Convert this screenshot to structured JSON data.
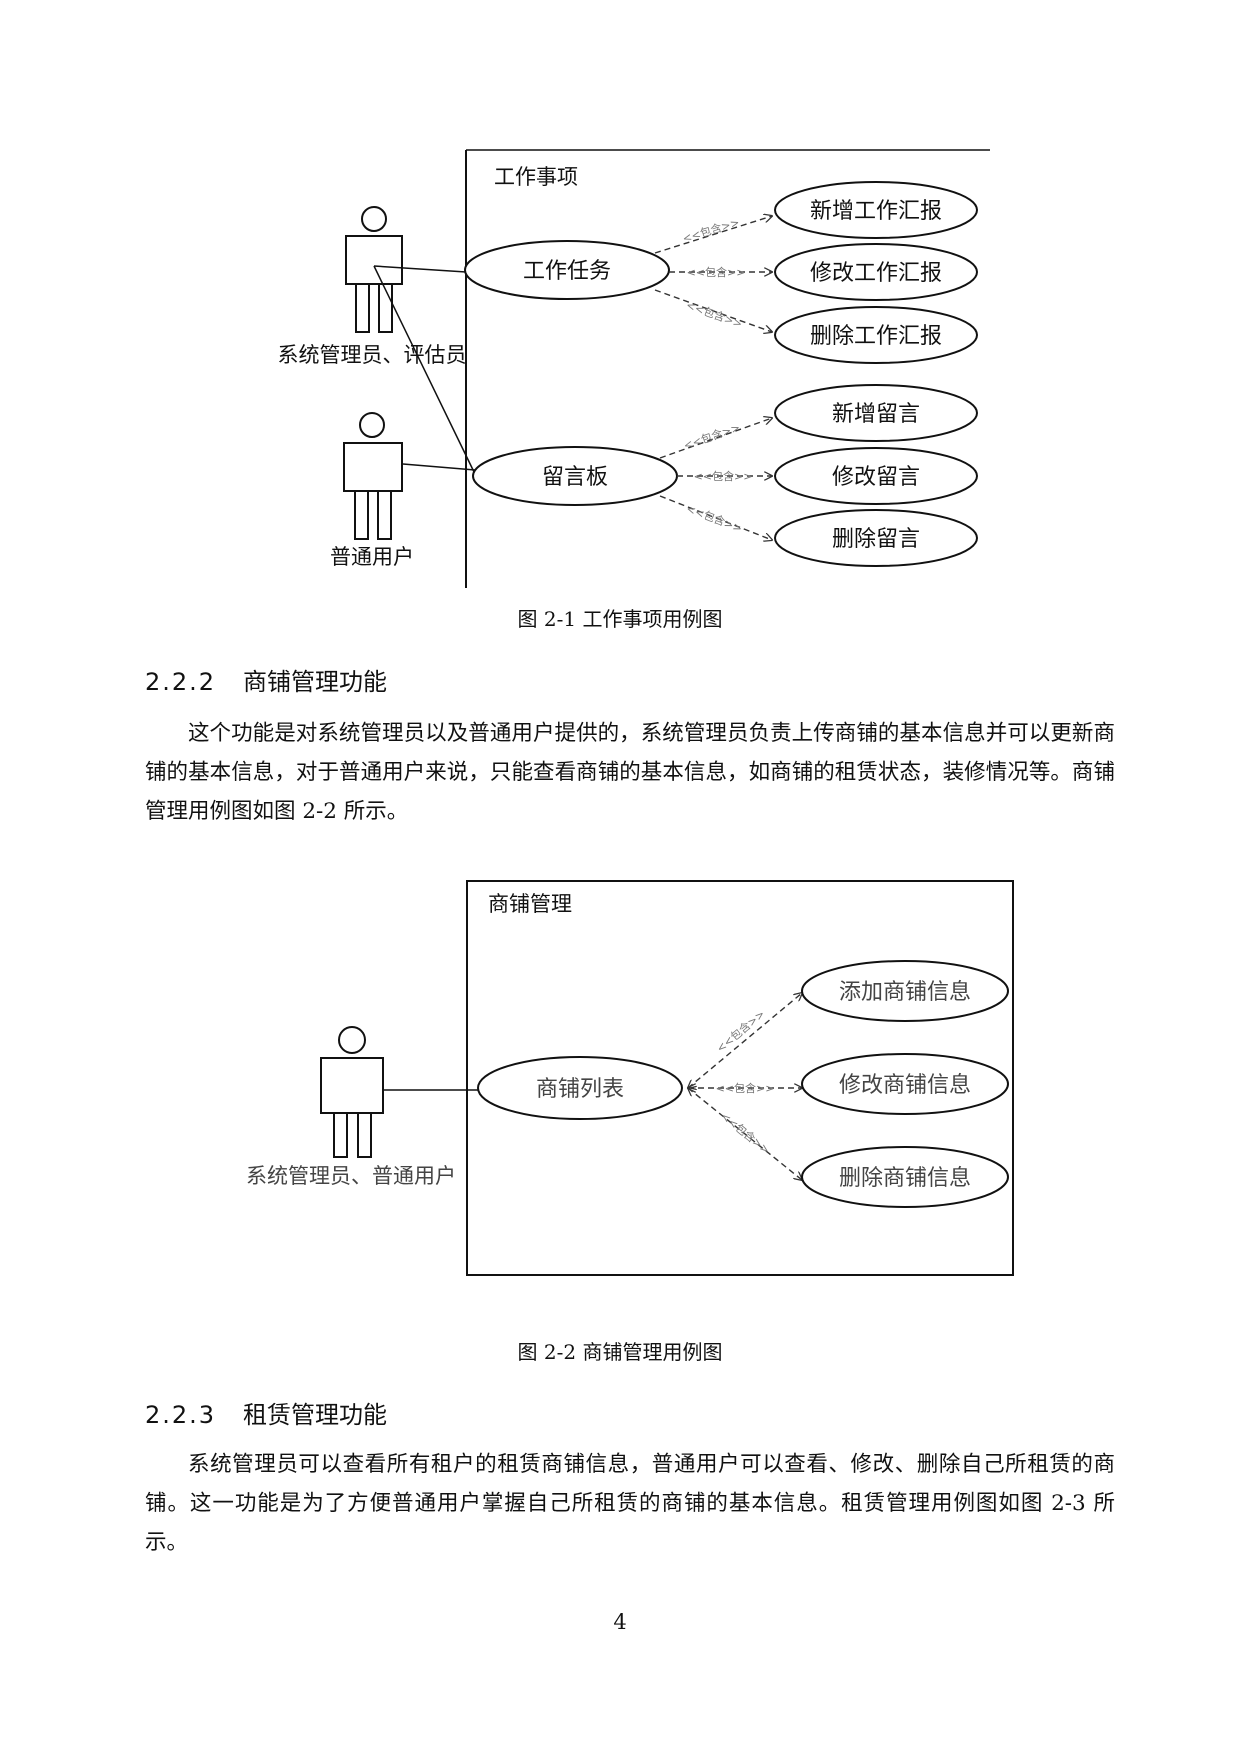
{
  "figure1": {
    "system_title": "工作事项",
    "actors": [
      {
        "name": "系统管理员、评估员"
      },
      {
        "name": "普通用户"
      }
    ],
    "main_use_cases": [
      {
        "name": "工作任务"
      },
      {
        "name": "留言板"
      }
    ],
    "included_use_cases": [
      {
        "name": "新增工作汇报"
      },
      {
        "name": "修改工作汇报"
      },
      {
        "name": "删除工作汇报"
      },
      {
        "name": "新增留言"
      },
      {
        "name": "修改留言"
      },
      {
        "name": "删除留言"
      }
    ],
    "include_label": "<<包含>>",
    "caption": "图 2-1  工作事项用例图"
  },
  "section_2_2_2": {
    "number": "2.2.2",
    "title": "商铺管理功能",
    "body": "这个功能是对系统管理员以及普通用户提供的，系统管理员负责上传商铺的基本信息并可以更新商铺的基本信息，对于普通用户来说，只能查看商铺的基本信息，如商铺的租赁状态，装修情况等。商铺管理用例图如图 2-2 所示。"
  },
  "figure2": {
    "system_title": "商铺管理",
    "actor": {
      "name": "系统管理员、普通用户"
    },
    "main_use_case": {
      "name": "商铺列表"
    },
    "included_use_cases": [
      {
        "name": "添加商铺信息"
      },
      {
        "name": "修改商铺信息"
      },
      {
        "name": "删除商铺信息"
      }
    ],
    "include_label": "<<包含>>",
    "caption": "图 2-2  商铺管理用例图"
  },
  "section_2_2_3": {
    "number": "2.2.3",
    "title": "租赁管理功能",
    "body": "系统管理员可以查看所有租户的租赁商铺信息，普通用户可以查看、修改、删除自己所租赁的商铺。这一功能是为了方便普通用户掌握自己所租赁的商铺的基本信息。租赁管理用例图如图 2-3 所示。"
  },
  "page_number": "4"
}
